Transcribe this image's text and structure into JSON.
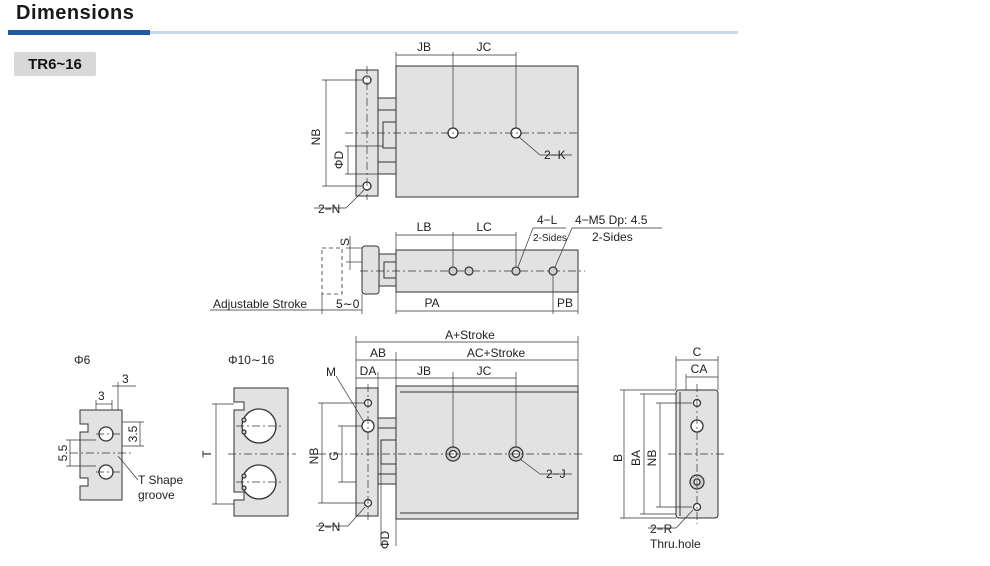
{
  "header": {
    "title": "Dimensions",
    "badge": "TR6~16"
  },
  "labels": {
    "top_view": {
      "jb": "JB",
      "jc": "JC",
      "nb": "NB",
      "phi_d": "ΦD",
      "two_k": "2−K",
      "two_n": "2−N"
    },
    "side_view": {
      "s": "S",
      "lb": "LB",
      "lc": "LC",
      "four_l": "4−L",
      "two_sides_small": "2-Sides",
      "four_m5": "4−M5 Dp: 4.5",
      "two_sides": "2-Sides",
      "adjustable_stroke": "Adjustable Stroke",
      "range": "5∼0",
      "pa": "PA",
      "pb": "PB"
    },
    "phi6": {
      "title": "Φ6",
      "d3a": "3",
      "d3b": "3",
      "d35": "3.5",
      "d55": "5.5",
      "t_shape": "T Shape",
      "groove": "groove"
    },
    "phi10": {
      "title": "Φ10∼16",
      "t": "T"
    },
    "front_view": {
      "a_stroke": "A+Stroke",
      "ab": "AB",
      "ac_stroke": "AC+Stroke",
      "m": "M",
      "da": "DA",
      "jb": "JB",
      "jc": "JC",
      "nb": "NB",
      "g": "G",
      "two_j": "2−J",
      "two_n": "2−N",
      "phi_d": "ΦD"
    },
    "end_view": {
      "c": "C",
      "ca": "CA",
      "b": "B",
      "ba": "BA",
      "nb": "NB",
      "two_r": "2−R",
      "thru": "Thru.hole"
    }
  }
}
